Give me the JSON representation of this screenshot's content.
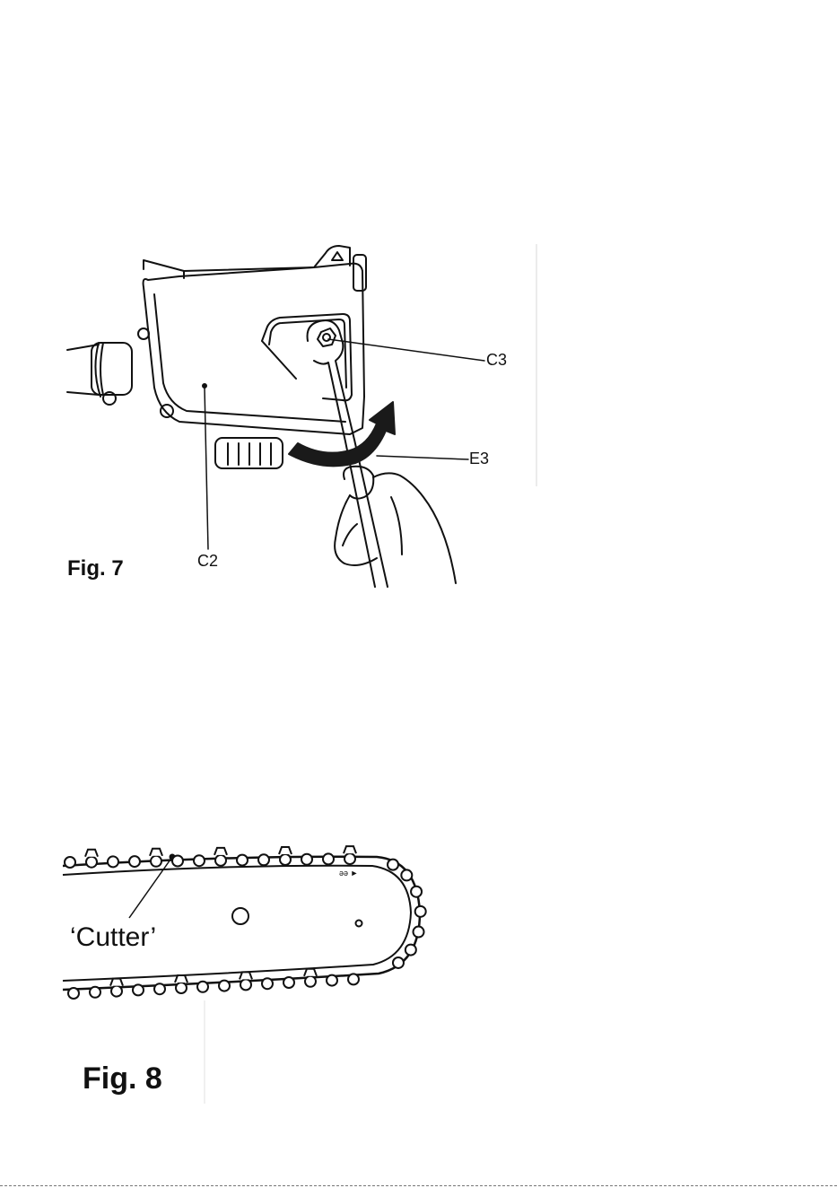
{
  "figure7": {
    "caption": "Fig. 7",
    "labels": {
      "c3": "C3",
      "e3": "E3",
      "c2": "C2"
    }
  },
  "figure8": {
    "caption": "Fig. 8",
    "labels": {
      "cutter": "‘Cutter’"
    }
  },
  "colors": {
    "ink": "#111111",
    "paper": "#ffffff",
    "arrow": "#1a1a1a"
  }
}
